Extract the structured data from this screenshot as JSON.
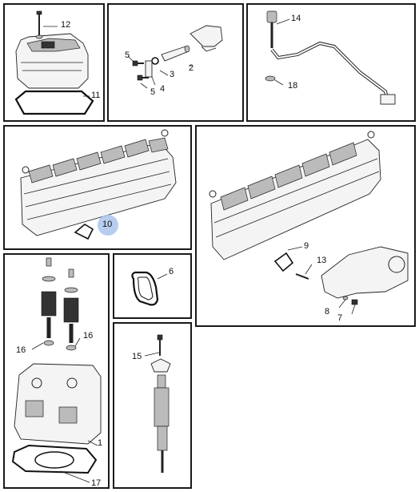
{
  "highlight_color": "#aac4ec",
  "callouts": {
    "c1": "1",
    "c2": "2",
    "c3": "3",
    "c4": "4",
    "c5a": "5",
    "c5b": "5",
    "c6": "6",
    "c7": "7",
    "c8": "8",
    "c9": "9",
    "c10": "10",
    "c11": "11",
    "c12": "12",
    "c13": "13",
    "c14": "14",
    "c15": "15",
    "c16a": "16",
    "c16b": "16",
    "c17": "17",
    "c18": "18"
  },
  "panels": [
    {
      "id": "valve-cover",
      "parts": [
        "11",
        "12"
      ]
    },
    {
      "id": "rocker-shaft",
      "parts": [
        "2",
        "3",
        "4",
        "5"
      ]
    },
    {
      "id": "fuel-line",
      "parts": [
        "14",
        "18"
      ]
    },
    {
      "id": "head-gasket-front",
      "parts": [
        "10"
      ]
    },
    {
      "id": "exhaust-manifold",
      "parts": [
        "7",
        "8",
        "9",
        "13"
      ]
    },
    {
      "id": "cylinder-head",
      "parts": [
        "1",
        "16",
        "17"
      ]
    },
    {
      "id": "seal-ring",
      "parts": [
        "6"
      ]
    },
    {
      "id": "injector",
      "parts": [
        "15"
      ]
    }
  ]
}
